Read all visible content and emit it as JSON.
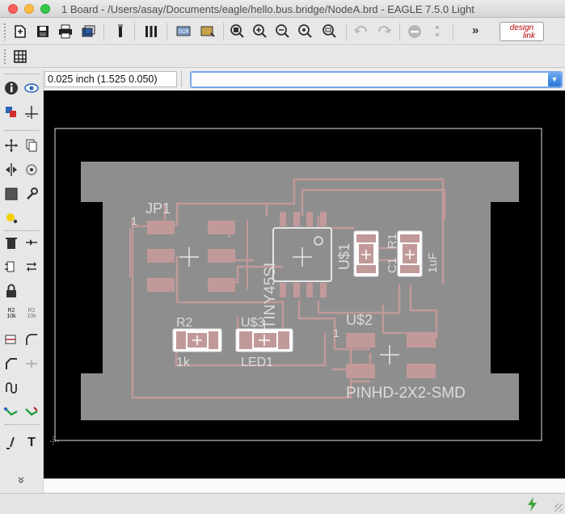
{
  "window": {
    "title": "1 Board - /Users/asay/Documents/eagle/hello.bus.bridge/NodeA.brd - EAGLE 7.5.0 Light"
  },
  "toolbar": {
    "design_link_line1": "design",
    "design_link_line2": "link",
    "more_label": "»"
  },
  "command_row": {
    "coordinates": "0.025 inch (1.525 0.050)",
    "command_value": ""
  },
  "palette": {
    "r2_label": "R2",
    "r2_value": "10k",
    "r2b_label": "R2",
    "r2b_value": "10k",
    "text_tool": "T",
    "more": "»"
  },
  "board": {
    "labels": {
      "jp1": "JP1",
      "jp1_pin": "1",
      "r2": "R2",
      "r2_value": "1k",
      "u3": "U$3",
      "led": "LED1",
      "attiny": "ATTINY45SI",
      "u1": "U$1",
      "c1": "C1",
      "r1": "R1",
      "c_value": "1uF",
      "u2": "U$2",
      "u2_pin": "1",
      "pinhd": "PINHD-2X2-SMD"
    },
    "colors": {
      "background": "#000000",
      "board_fill": "#8e8e8e",
      "copper": "#c29999",
      "silkscreen": "#e6e6e6",
      "frame": "#e0e0e0"
    }
  },
  "status": {
    "text": ""
  }
}
